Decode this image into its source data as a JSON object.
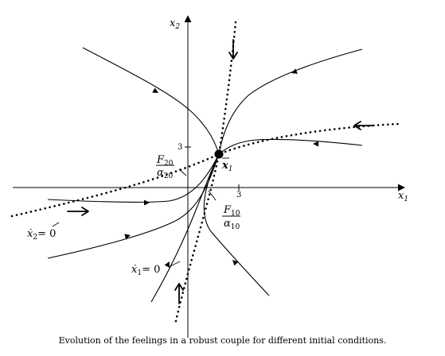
{
  "axes": {
    "x_label": "x",
    "x_sub": "1",
    "y_label": "x",
    "y_sub": "2",
    "x_tick": "3",
    "y_tick": "3"
  },
  "labels": {
    "equilibrium": "x",
    "equilibrium_sub": "1",
    "f20_num": "F",
    "f20_num_sub": "20",
    "f20_den": "α",
    "f20_den_sub": "20",
    "f10_num": "F",
    "f10_num_sub": "10",
    "f10_den": "α",
    "f10_den_sub": "10",
    "x2dot_eq": "ẋ",
    "x2dot_sub": "2",
    "x2dot_rhs": "= 0",
    "x1dot_eq": "ẋ",
    "x1dot_sub": "1",
    "x1dot_rhs": "= 0"
  },
  "caption": "Evolution of the feelings in a robust couple for different initial conditions."
}
